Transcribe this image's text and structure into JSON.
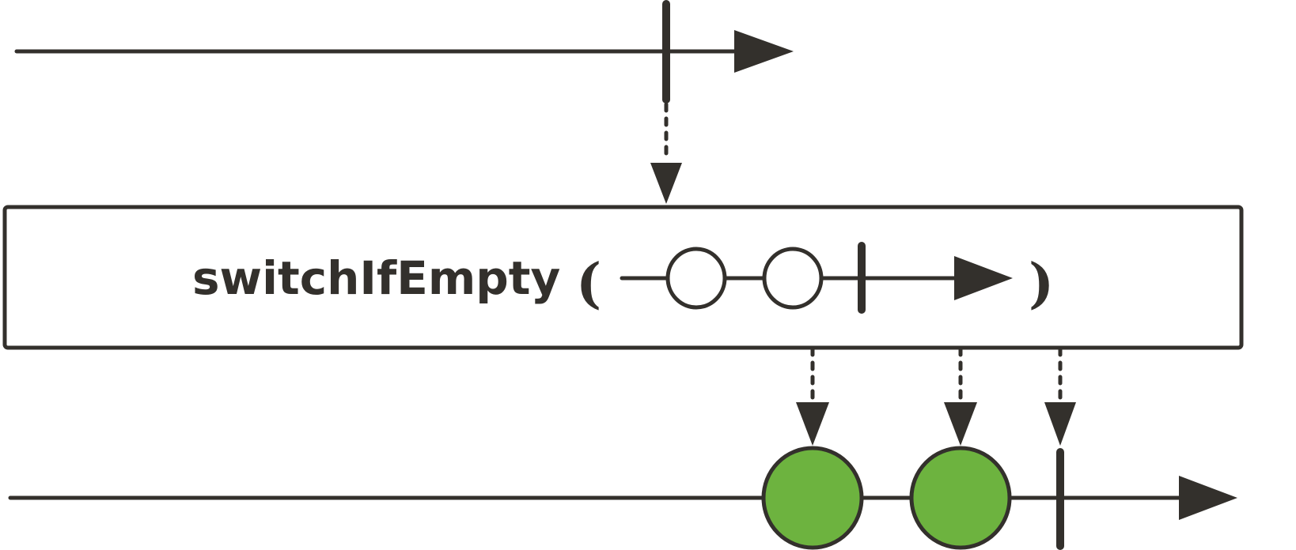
{
  "operator": {
    "name": "switchIfEmpty",
    "open_paren": "(",
    "close_paren": ")"
  },
  "source_stream": {
    "items": [],
    "completes": true
  },
  "fallback_stream": {
    "items": [
      "empty-circle",
      "empty-circle"
    ],
    "completes": true
  },
  "result_stream": {
    "items": [
      "green-circle",
      "green-circle"
    ],
    "completes": true
  },
  "colors": {
    "stroke": "#33302c",
    "item_fill_result": "#6db33f",
    "item_fill_fallback": "#ffffff",
    "background": "#ffffff"
  }
}
